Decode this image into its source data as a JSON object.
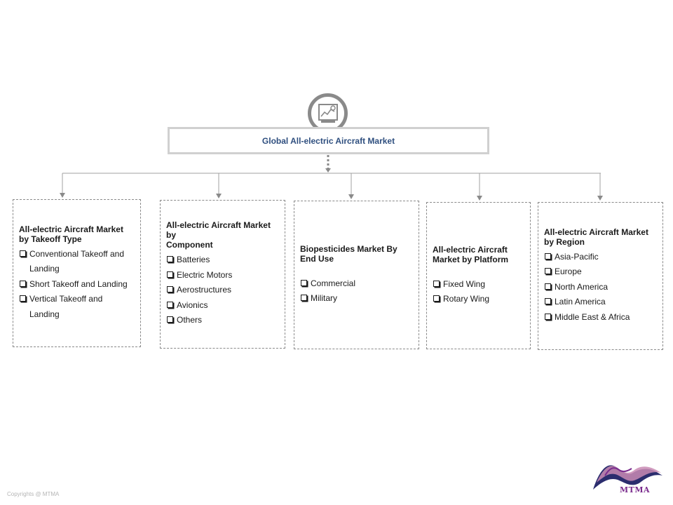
{
  "title": "Global  All-electric Aircraft Market",
  "segments": [
    {
      "heading_lines": [
        "All-electric Aircraft Market",
        "by Takeoff Type"
      ],
      "items": [
        [
          "Conventional Takeoff and",
          "Landing"
        ],
        [
          "Short Takeoff and Landing"
        ],
        [
          "Vertical Takeoff and",
          "Landing"
        ]
      ]
    },
    {
      "heading_lines": [
        "All-electric Aircraft Market",
        "by",
        "Component"
      ],
      "items": [
        [
          "Batteries"
        ],
        [
          "Electric Motors"
        ],
        [
          "Aerostructures"
        ],
        [
          "Avionics"
        ],
        [
          "Others"
        ]
      ]
    },
    {
      "heading_lines": [
        "Biopesticides Market By",
        "End  Use"
      ],
      "items": [
        [
          "Commercial"
        ],
        [
          "Military"
        ]
      ]
    },
    {
      "heading_lines": [
        "All-electric Aircraft",
        "Market by Platform"
      ],
      "items": [
        [
          "Fixed Wing"
        ],
        [
          "Rotary Wing"
        ]
      ]
    },
    {
      "heading_lines": [
        "All-electric Aircraft Market",
        "by Region"
      ],
      "items": [
        [
          "Asia-Pacific"
        ],
        [
          "Europe"
        ],
        [
          "North America"
        ],
        [
          "Latin America"
        ],
        [
          "Middle East & Africa"
        ]
      ]
    }
  ],
  "copyright": "Copyrights @ MTMA",
  "logo_text": "MTMA",
  "colors": {
    "title_text": "#2f4f7f",
    "connector": "#8a8a8a",
    "logo_purple": "#7b2d8e",
    "logo_navy": "#2b2d6e",
    "logo_pink": "#c98bb4"
  },
  "icons": {
    "central": "market-analysis-icon",
    "bullet": "checkbox-icon"
  }
}
